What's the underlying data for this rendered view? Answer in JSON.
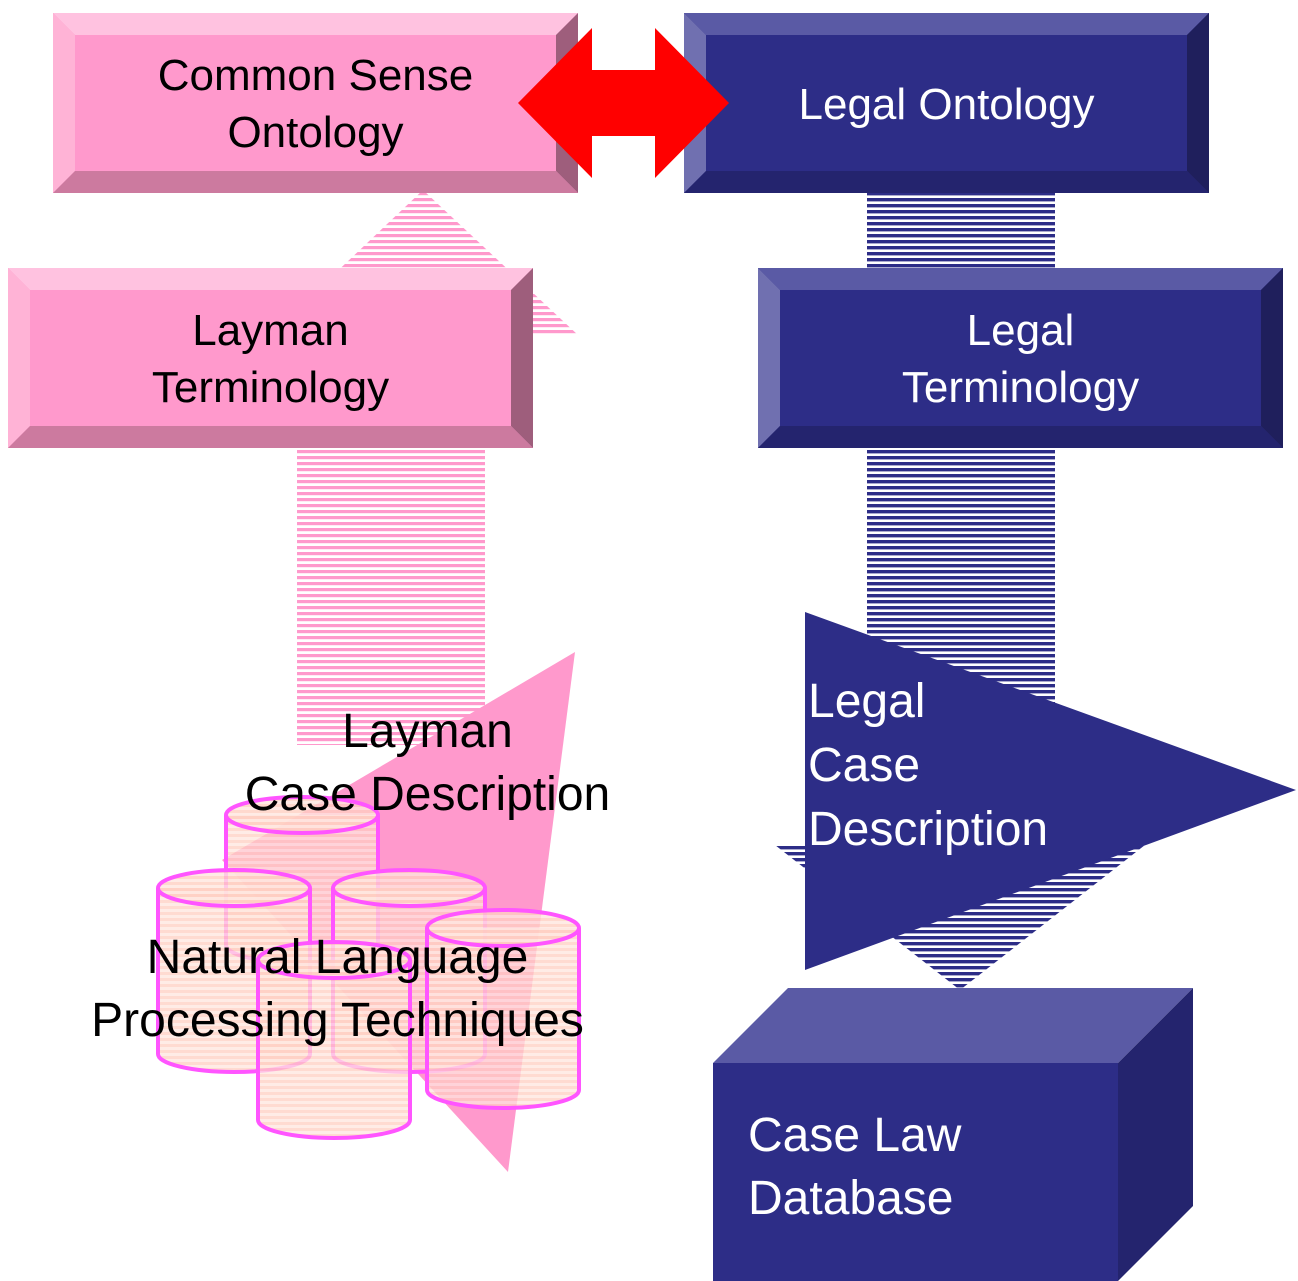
{
  "colors": {
    "pink": "#ff99cc",
    "pink_light": "#ffc2e0",
    "pink_dark": "#cc7a9f",
    "pink_shadow": "#9e5e7c",
    "magenta_outline": "#ff55ff",
    "cylinder_fill": "#ffd6cc",
    "navy": "#2d2d87",
    "navy_light": "#5a5aa5",
    "navy_mid": "#3c3c96",
    "navy_dark": "#1f1f5c",
    "arrow_red": "#ff0000"
  },
  "nodes": {
    "common_sense_ontology": {
      "line1": "Common Sense",
      "line2": "Ontology"
    },
    "legal_ontology": {
      "text": "Legal Ontology"
    },
    "layman_terminology": {
      "line1": "Layman",
      "line2": "Terminology"
    },
    "legal_terminology": {
      "line1": "Legal",
      "line2": "Terminology"
    },
    "layman_case_description": {
      "line1": "Layman",
      "line2": "Case Description"
    },
    "nlp_techniques": {
      "line1": "Natural Language",
      "line2": "Processing Techniques"
    },
    "legal_case_description": {
      "line1": "Legal",
      "line2": "Case",
      "line3": "Description"
    },
    "case_law_database": {
      "line1": "Case Law",
      "line2": "Database"
    }
  }
}
